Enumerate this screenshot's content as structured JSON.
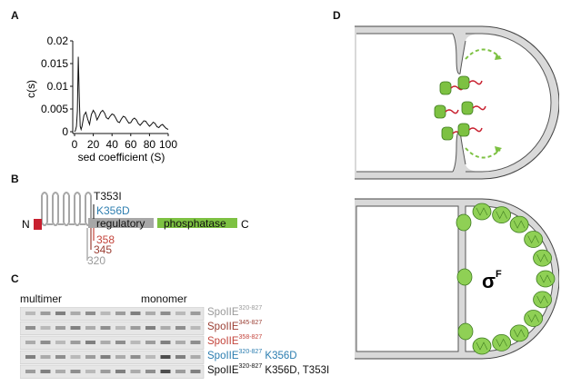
{
  "panels": {
    "a": "A",
    "b": "B",
    "c": "C",
    "d": "D"
  },
  "chart_data": {
    "type": "line",
    "ylabel": "c(s)",
    "xlabel": "sed coefficient (S)",
    "xlim": [
      0,
      100
    ],
    "ylim": [
      0,
      0.02
    ],
    "xticks": [
      "0",
      "20",
      "40",
      "60",
      "80",
      "100"
    ],
    "yticks": [
      "0",
      "0.005",
      "0.01",
      "0.015",
      "0.02"
    ],
    "x": [
      0,
      1,
      2,
      3,
      4,
      5,
      6,
      7,
      8,
      10,
      12,
      14,
      16,
      18,
      20,
      22,
      24,
      26,
      28,
      30,
      32,
      34,
      36,
      38,
      40,
      42,
      44,
      46,
      48,
      50,
      52,
      54,
      56,
      58,
      60,
      62,
      64,
      66,
      68,
      70,
      72,
      74,
      76,
      78,
      80,
      82,
      84,
      86,
      88,
      90,
      92,
      94,
      96,
      98,
      100
    ],
    "values": [
      0,
      0.0003,
      0.0012,
      0.0045,
      0.0165,
      0.0075,
      0.0012,
      0.0005,
      0.0012,
      0.0036,
      0.0043,
      0.0028,
      0.0016,
      0.0038,
      0.0047,
      0.004,
      0.0026,
      0.0034,
      0.0043,
      0.0047,
      0.0041,
      0.0031,
      0.0028,
      0.0034,
      0.0039,
      0.0037,
      0.003,
      0.0022,
      0.002,
      0.0028,
      0.0034,
      0.0032,
      0.0025,
      0.0019,
      0.002,
      0.0027,
      0.003,
      0.0026,
      0.0018,
      0.0014,
      0.0019,
      0.0024,
      0.0023,
      0.0017,
      0.0012,
      0.0016,
      0.0021,
      0.0018,
      0.0011,
      0.0009,
      0.0014,
      0.0016,
      0.0011,
      0.0007,
      0.0005
    ]
  },
  "panelB": {
    "mutation1": "T353I",
    "mutation2": "K356D",
    "n_term": "N",
    "c_term": "C",
    "regulatory": "regulatory",
    "phosphatase": "phosphatase",
    "trunc358": "358",
    "trunc345": "345",
    "trunc320": "320",
    "colors": {
      "red": "#c8202f",
      "blue": "#2f7fb0",
      "green": "#7dc142",
      "gray": "#a7a7a7",
      "darkred": "#a4473d"
    }
  },
  "panelC": {
    "multimer": "multimer",
    "monomer": "monomer",
    "gels": [
      {
        "name": "SpoIIE",
        "sup": "320-827",
        "suffix": "",
        "color": "#9a9a9a"
      },
      {
        "name": "SpoIIE",
        "sup": "345-827",
        "suffix": "",
        "color": "#9b3f34"
      },
      {
        "name": "SpoIIE",
        "sup": "358-827",
        "suffix": "",
        "color": "#c4453c"
      },
      {
        "name": "SpoIIE",
        "sup": "320-827",
        "suffix": " K356D",
        "color": "#2b7db0"
      },
      {
        "name": "SpoIIE",
        "sup": "320-827",
        "suffix": " K356D, T353I",
        "color": "#111111"
      }
    ]
  },
  "panelD": {
    "sigma": "σ",
    "sigma_sup": "F"
  }
}
